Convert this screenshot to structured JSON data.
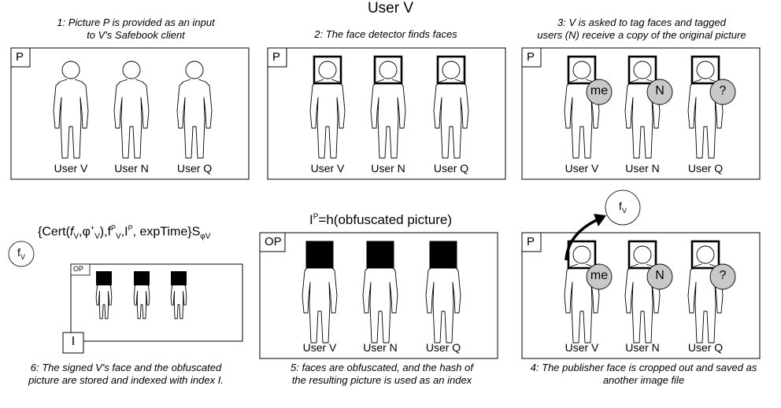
{
  "title": "User V",
  "users": [
    "User V",
    "User N",
    "User Q"
  ],
  "picture_label": "P",
  "obfuscated_label": "OP",
  "index_label": "I",
  "tags": {
    "me": "me",
    "n": "N",
    "unknown": "?"
  },
  "steps": {
    "step1": {
      "line1": "1: Picture P is provided as an input",
      "line2": "to V's Safebook client"
    },
    "step2": {
      "line1": "2: The face detector finds faces"
    },
    "step3": {
      "line1": "3: V is asked to tag faces and tagged",
      "line2": "users (N) receive a copy of the  original picture"
    },
    "step4": {
      "line1": "4: The publisher face is cropped out and saved as",
      "line2": "another image file"
    },
    "step5": {
      "line1": "5: faces are obfuscated, and the hash of",
      "line2": "the resulting picture is used as an index"
    },
    "step6": {
      "line1": "6: The signed V's face and the obfuscated",
      "line2": "picture are stored and indexed with index I."
    }
  },
  "hash_formula": {
    "base": "I",
    "sup": "P",
    "rest": "=h(obfuscated picture)"
  },
  "fv": {
    "f": "f",
    "sub": "V"
  },
  "signed_formula": {
    "open": "{Cert(",
    "f1": "f",
    "f1_sub": "V",
    "comma1": ",φ",
    "phi_sup": "+",
    "phi_sub": "V",
    "paren": "),f",
    "f2_sup": "P",
    "f2_sub": "V",
    "comma2": ",I",
    "ip_sup": "P",
    "tail": ", expTime}S",
    "s_sub": "φV"
  }
}
